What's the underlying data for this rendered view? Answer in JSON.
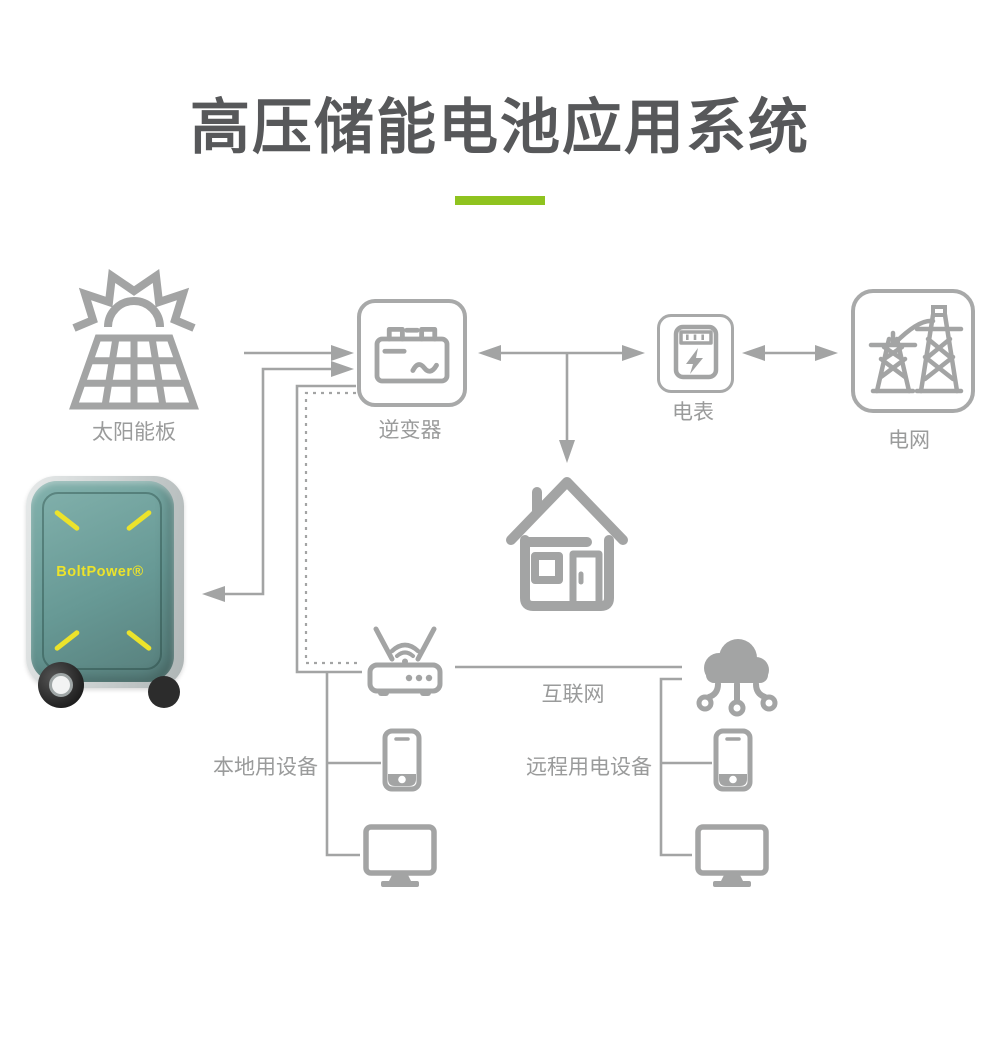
{
  "title": "高压储能电池应用系统",
  "colors": {
    "accent": "#8fc31f",
    "title-color": "#57585a",
    "line-color": "#a3a4a4",
    "label-color": "#9a9b9b",
    "device-teal": "#679995",
    "device-accent": "#ece32b"
  },
  "nodes": {
    "solar": "太阳能板",
    "inverter": "逆变器",
    "meter": "电表",
    "grid": "电网",
    "internet": "互联网",
    "local_devices": "本地用设备",
    "remote_devices": "远程用电设备"
  },
  "product": {
    "brand": "BoltPower®"
  }
}
